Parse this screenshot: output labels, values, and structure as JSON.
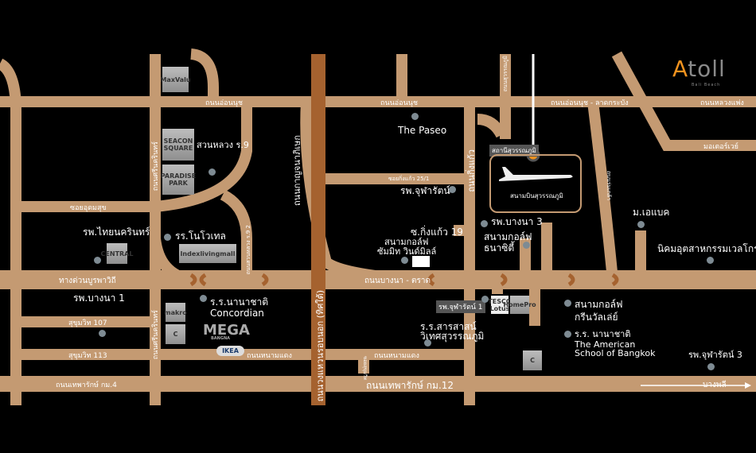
{
  "brand": {
    "name_a": "A",
    "name_rest": "toll",
    "sub": "Bali Beach",
    "accent": "#f0921e"
  },
  "colors": {
    "road": "#c49a72",
    "highway": "#a5622f",
    "background": "#000000"
  },
  "roads": {
    "onnut_w": "ถนนอ่อนนุช",
    "onnut_e": "ถนนอ่อนนุช",
    "onnut_lat": "ถนนอ่อนนุช - ลาดกระบัง",
    "luang_phaeng": "ถนนหลวงแพ่ง",
    "motorway": "มอเตอร์เวย์",
    "srinakarin": "ถนนศรีนครินทร์",
    "srinakarin_s": "ถนนศรีนครินทร์",
    "udomsuk": "ซอยอุดมสุข",
    "kanchanaphisek": "ถนนกาญจนาภิเษก",
    "outer_ring": "ถนนวงแหวนรอบนอก (ทิศใต้)",
    "burapha": "ทางด่วนบูรพาวิถี",
    "bangna_trad": "ถนนบางนา - ตราด",
    "suk107": "สุขุมวิท 107",
    "suk113": "สุขุมวิท 113",
    "namdaeng_w": "ถนนหนามแดง",
    "namdaeng_e": "ถนนหนามแดง",
    "thepharak4": "ถนนเทพารักษ์  กม.4",
    "thepharak12": "ถนนเทพารักษ์ กม.12",
    "kingkaew": "ถนนกิ่งแก้ว",
    "kingkaew251": "ซอยกิ่งแก้ว 25/1",
    "romklao": "ถนนร่มเกล้า",
    "suvarnabhumi_rd": "ถนนสุวรรณภูมิ",
    "suanluang2": "ถนนสวนหลวง ร.9 2",
    "soi_small": "ซอยสุขุมวิท",
    "bangphli": "บางพลี"
  },
  "places": {
    "suanluang": "สวนหลวง ร.9",
    "paseo": "The Paseo",
    "chularat": "รพ.จุฬารัตน์",
    "kingkaew19": "ซ.กิ่งแก้ว 19",
    "golf_summit_1": "สนามกอล์ฟ",
    "golf_summit_2": "ซัมมิท วินด์มิลล์",
    "bangna3": "รพ.บางนา 3",
    "golf_thana_1": "สนามกอล์ฟ",
    "golf_thana_2": "ธนาซิตี้",
    "abac": "ม.เอแบค",
    "welgrow": "นิคมอุตสาหกรรมเวลโกรว์",
    "thainakarin": "รพ.ไทยนครินทร์",
    "novotel": "รร.โนโวเทล",
    "bangna1": "รพ.บางนา 1",
    "concordian_1": "ร.ร.นานาชาติ",
    "concordian_2": "Concordian",
    "chularat1": "รพ.จุฬารัตน์ 1",
    "sarasas_1": "ร.ร.สารสาสน์",
    "sarasas_2": "วิเทศสุวรรณภูมิ",
    "greenvalley_1": "สนามกอล์ฟ",
    "greenvalley_2": "กรีนวัลเล่ย์",
    "asb_1": "ร.ร. นานาชาติ",
    "asb_2": "The American",
    "asb_3": "School of Bangkok",
    "chularat3": "รพ.จุฬารัตน์ 3",
    "airport_station": "สถานีสุวรรณภูมิ",
    "airport": "สนามบินสุวรรณภูมิ"
  },
  "logos": {
    "maxvalu": "MaxValu",
    "seacon": "SEACON SQUARE",
    "paradise": "PARADISE PARK",
    "index": "Indexlivingmall",
    "central": "CENTRAL",
    "makro": "makro",
    "mega": "MEGA",
    "mega_sub": "BANGNA",
    "ikea": "IKEA",
    "tesco": "TESCO Lotus",
    "homepro": "HomePro",
    "c": "C"
  }
}
